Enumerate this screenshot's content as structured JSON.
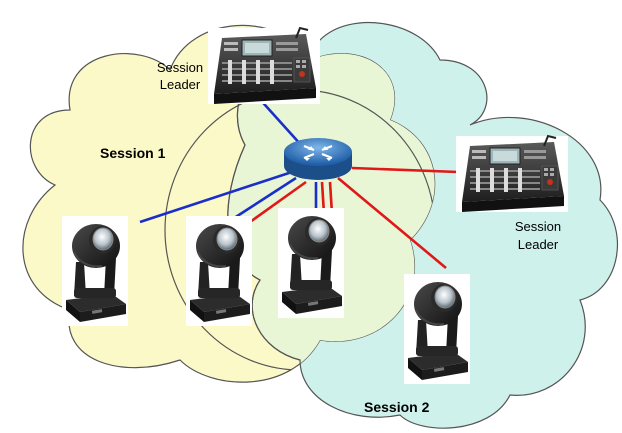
{
  "labels": {
    "session1": "Session 1",
    "session2": "Session 2",
    "leader1_line1": "Session",
    "leader1_line2": "Leader",
    "leader2_line1": "Session",
    "leader2_line2": "Leader"
  },
  "colors": {
    "session1_cloud": "#FCF9C9",
    "session2_cloud": "#CFF1EC",
    "overlap": "#E9F6D6",
    "cloud_outline": "#555555",
    "session1_link": "#1A2FC9",
    "session2_link": "#E01818",
    "router": "#2F7BC9"
  },
  "icons": {
    "router": "router-icon",
    "console": "lighting-console-icon",
    "fixture": "moving-head-light-icon"
  }
}
